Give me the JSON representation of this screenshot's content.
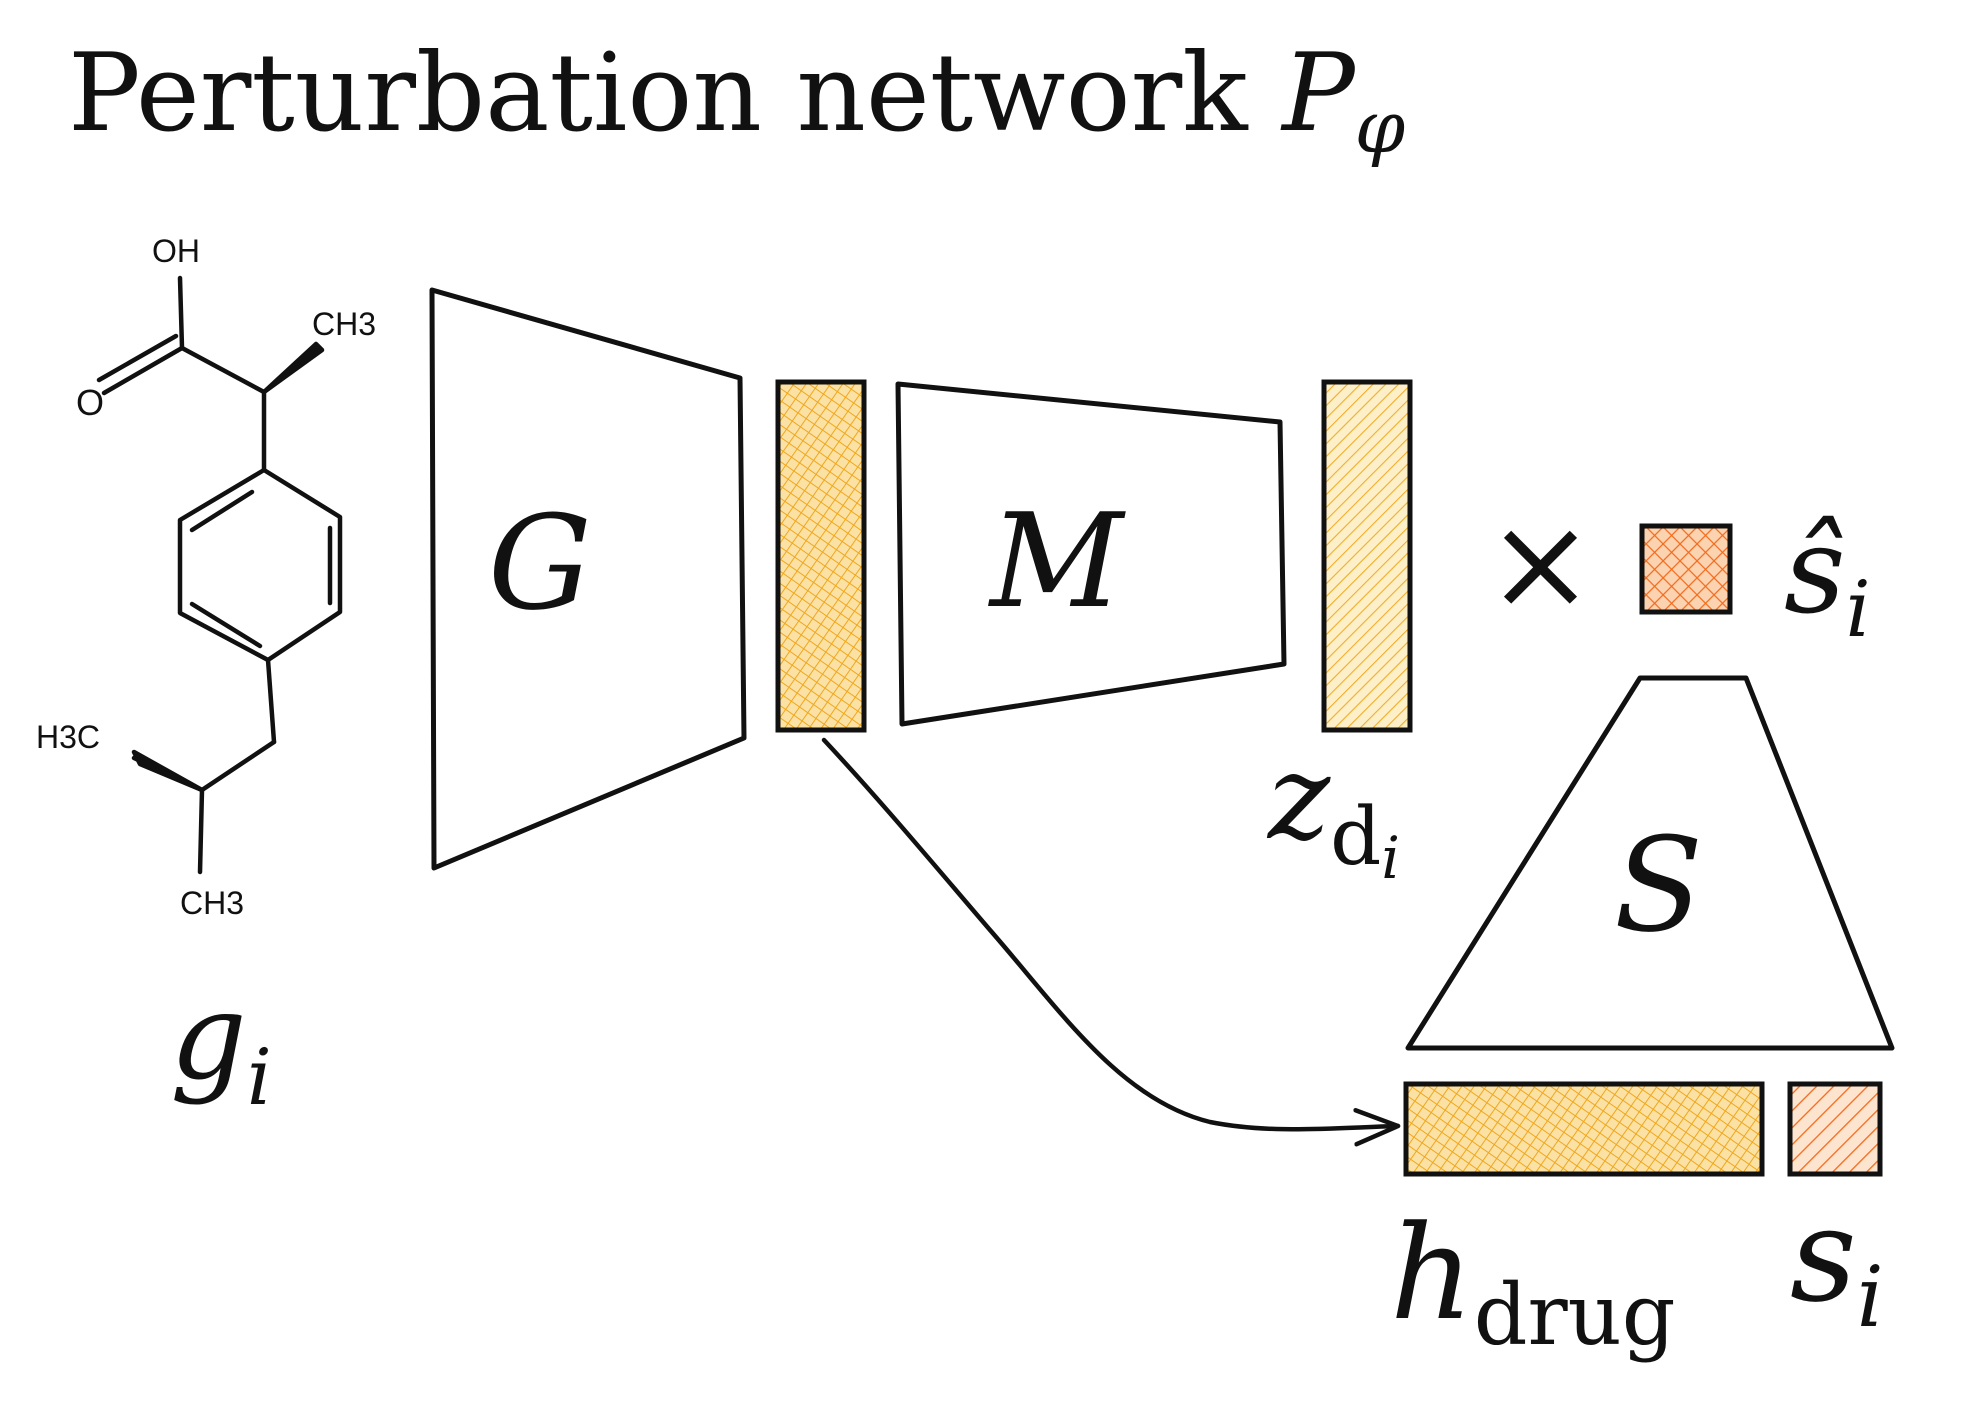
{
  "title": {
    "text": "Perturbation network ",
    "symbol": "P",
    "subscript": "φ"
  },
  "molecule": {
    "label_oh": "OH",
    "label_o": "O",
    "label_ch3_top": "CH3",
    "label_h3c": "H3C",
    "label_ch3_bottom": "CH3",
    "var": "g",
    "var_sub": "i"
  },
  "blocks": {
    "encoder_g": "G",
    "mapper_m": "M",
    "scaler_s": "S"
  },
  "vectors": {
    "z_base": "z",
    "z_sub": "d",
    "z_subsub": "i",
    "times": "×",
    "s_hat": "ŝ",
    "s_hat_sub": "i",
    "h_base": "h",
    "h_sub": "drug",
    "s_base": "s",
    "s_sub": "i"
  },
  "colors": {
    "yellow_fill": "#f7c85a",
    "yellow_hatch": "#f2a81d",
    "orange_hatch": "#f26a1b",
    "stroke": "#111111"
  }
}
